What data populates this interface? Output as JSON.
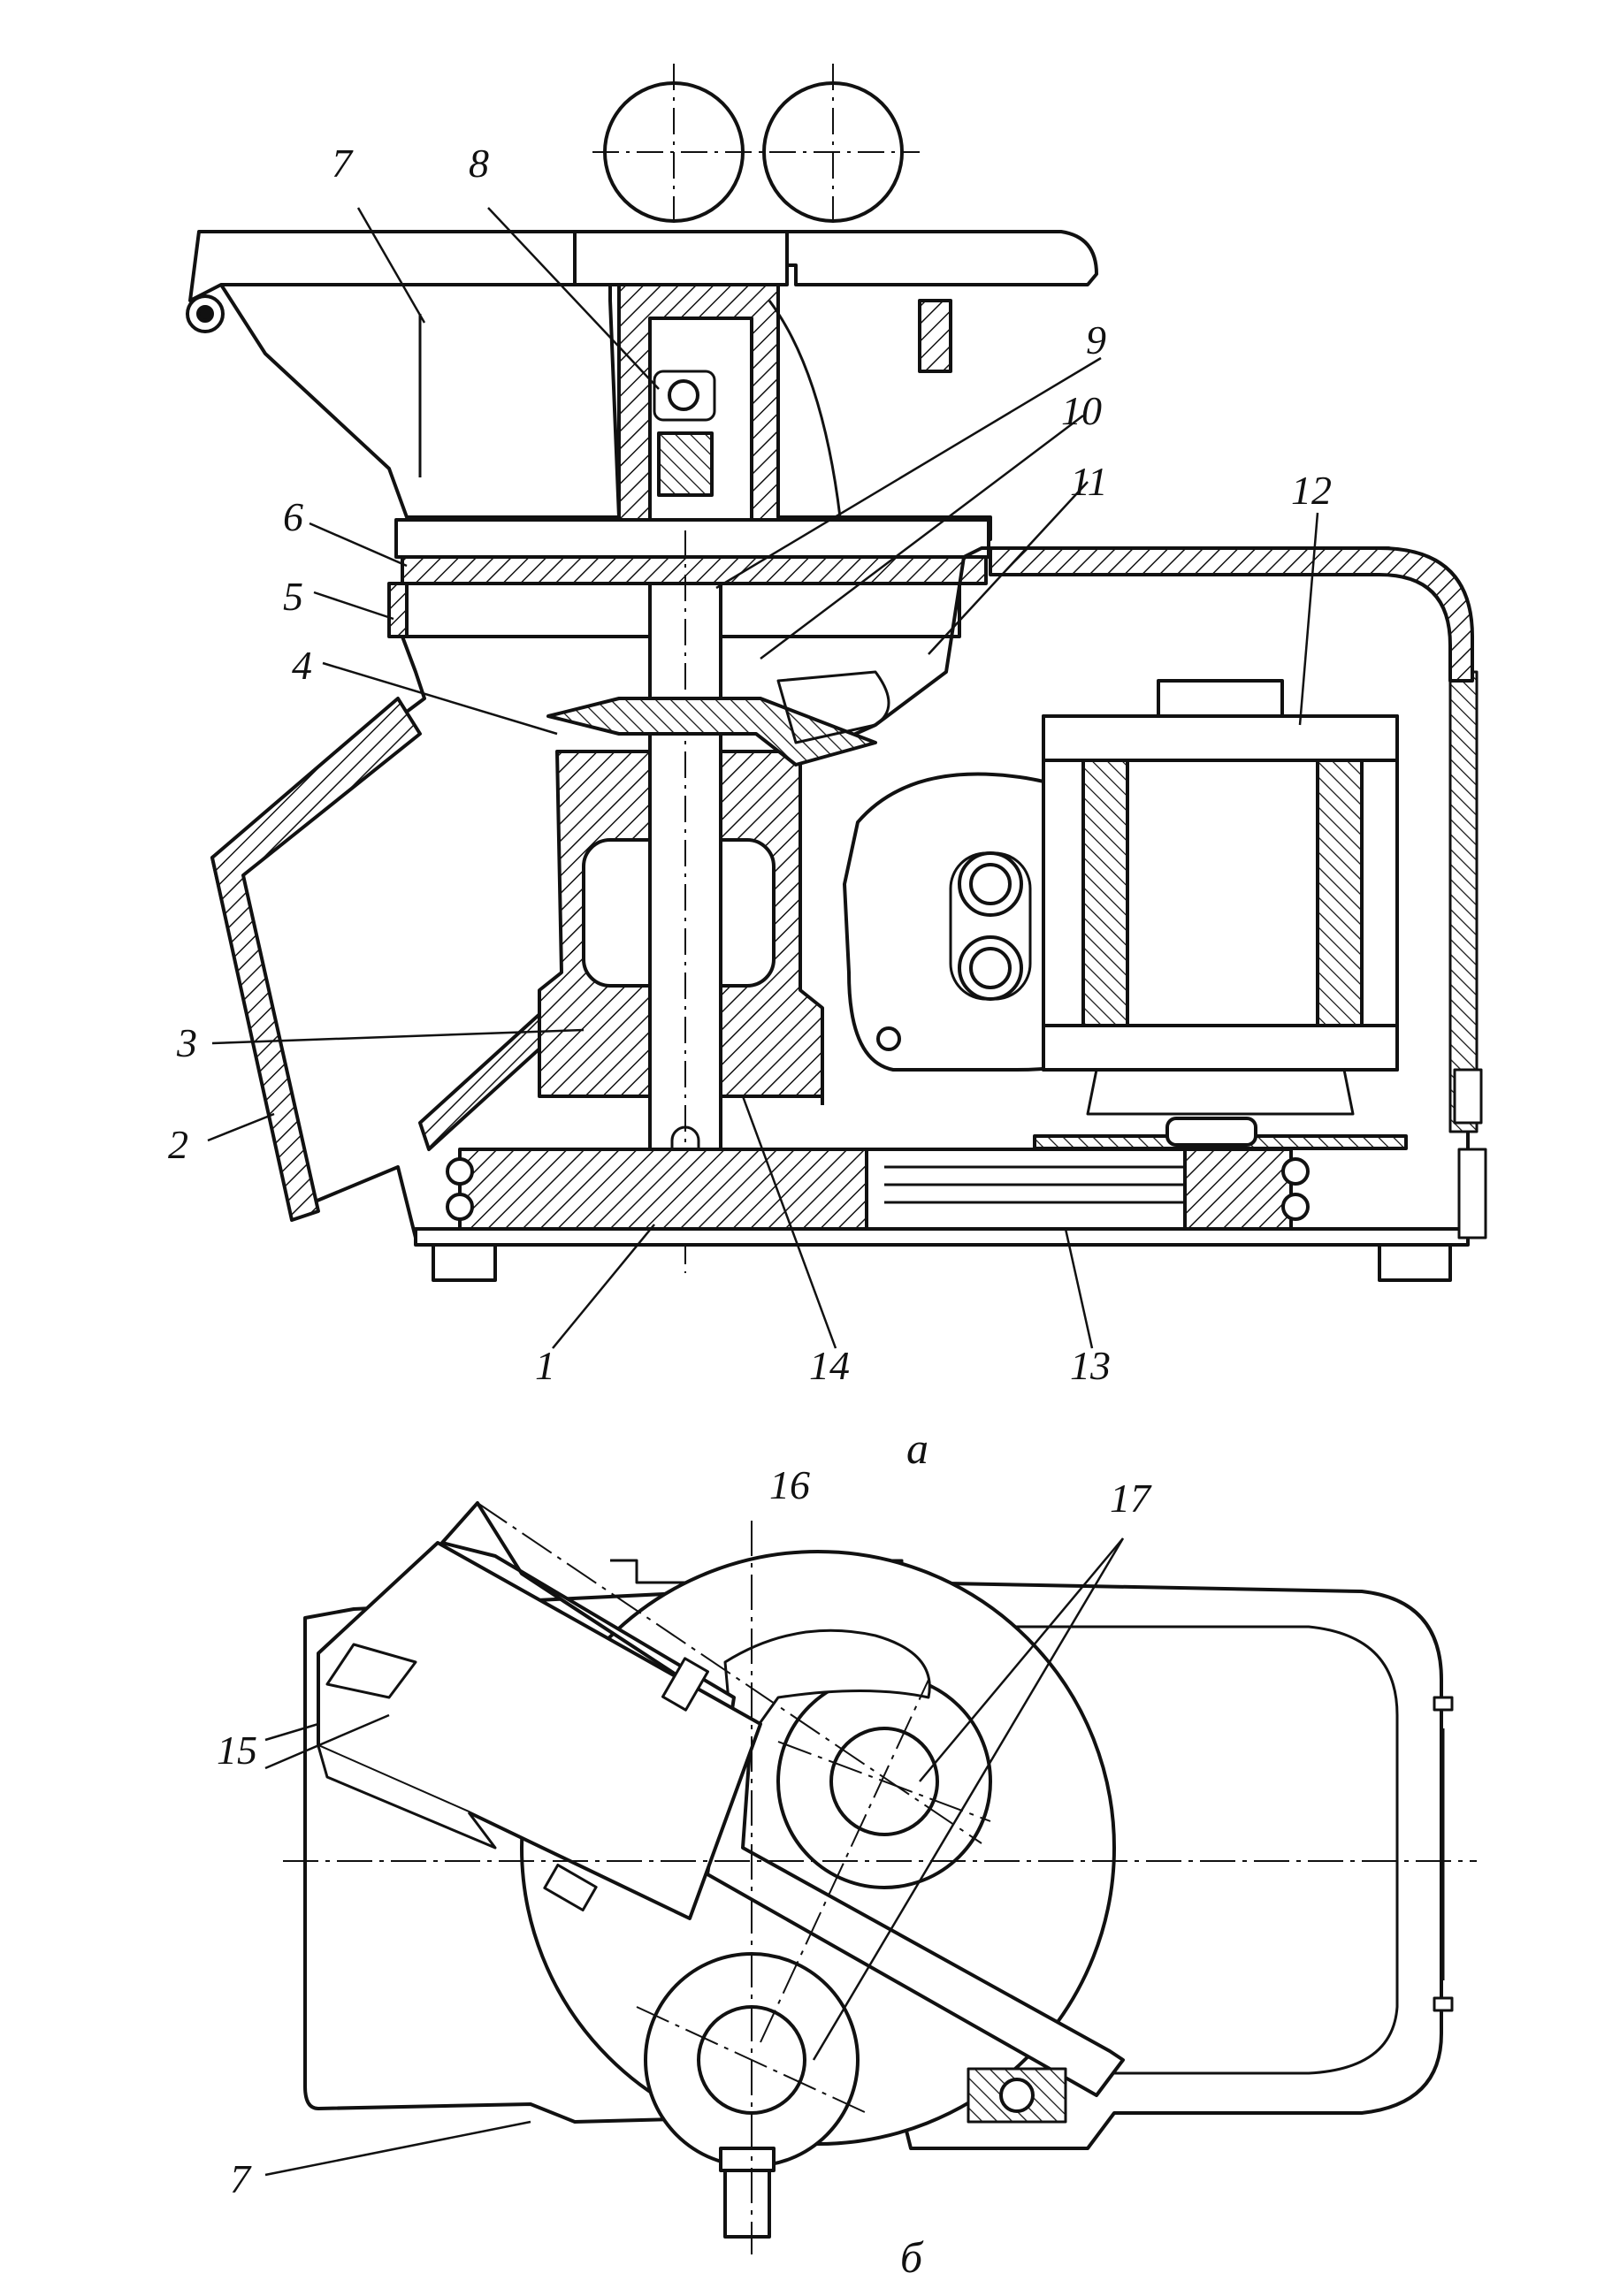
{
  "view_a": {
    "caption": "а",
    "labels": [
      "1",
      "2",
      "3",
      "4",
      "5",
      "6",
      "7",
      "8",
      "9",
      "10",
      "11",
      "12",
      "13",
      "14"
    ]
  },
  "view_b": {
    "caption": "б",
    "labels": [
      "7",
      "15",
      "16",
      "17"
    ]
  },
  "colors": {
    "ink": "#111111",
    "paper": "#ffffff"
  }
}
